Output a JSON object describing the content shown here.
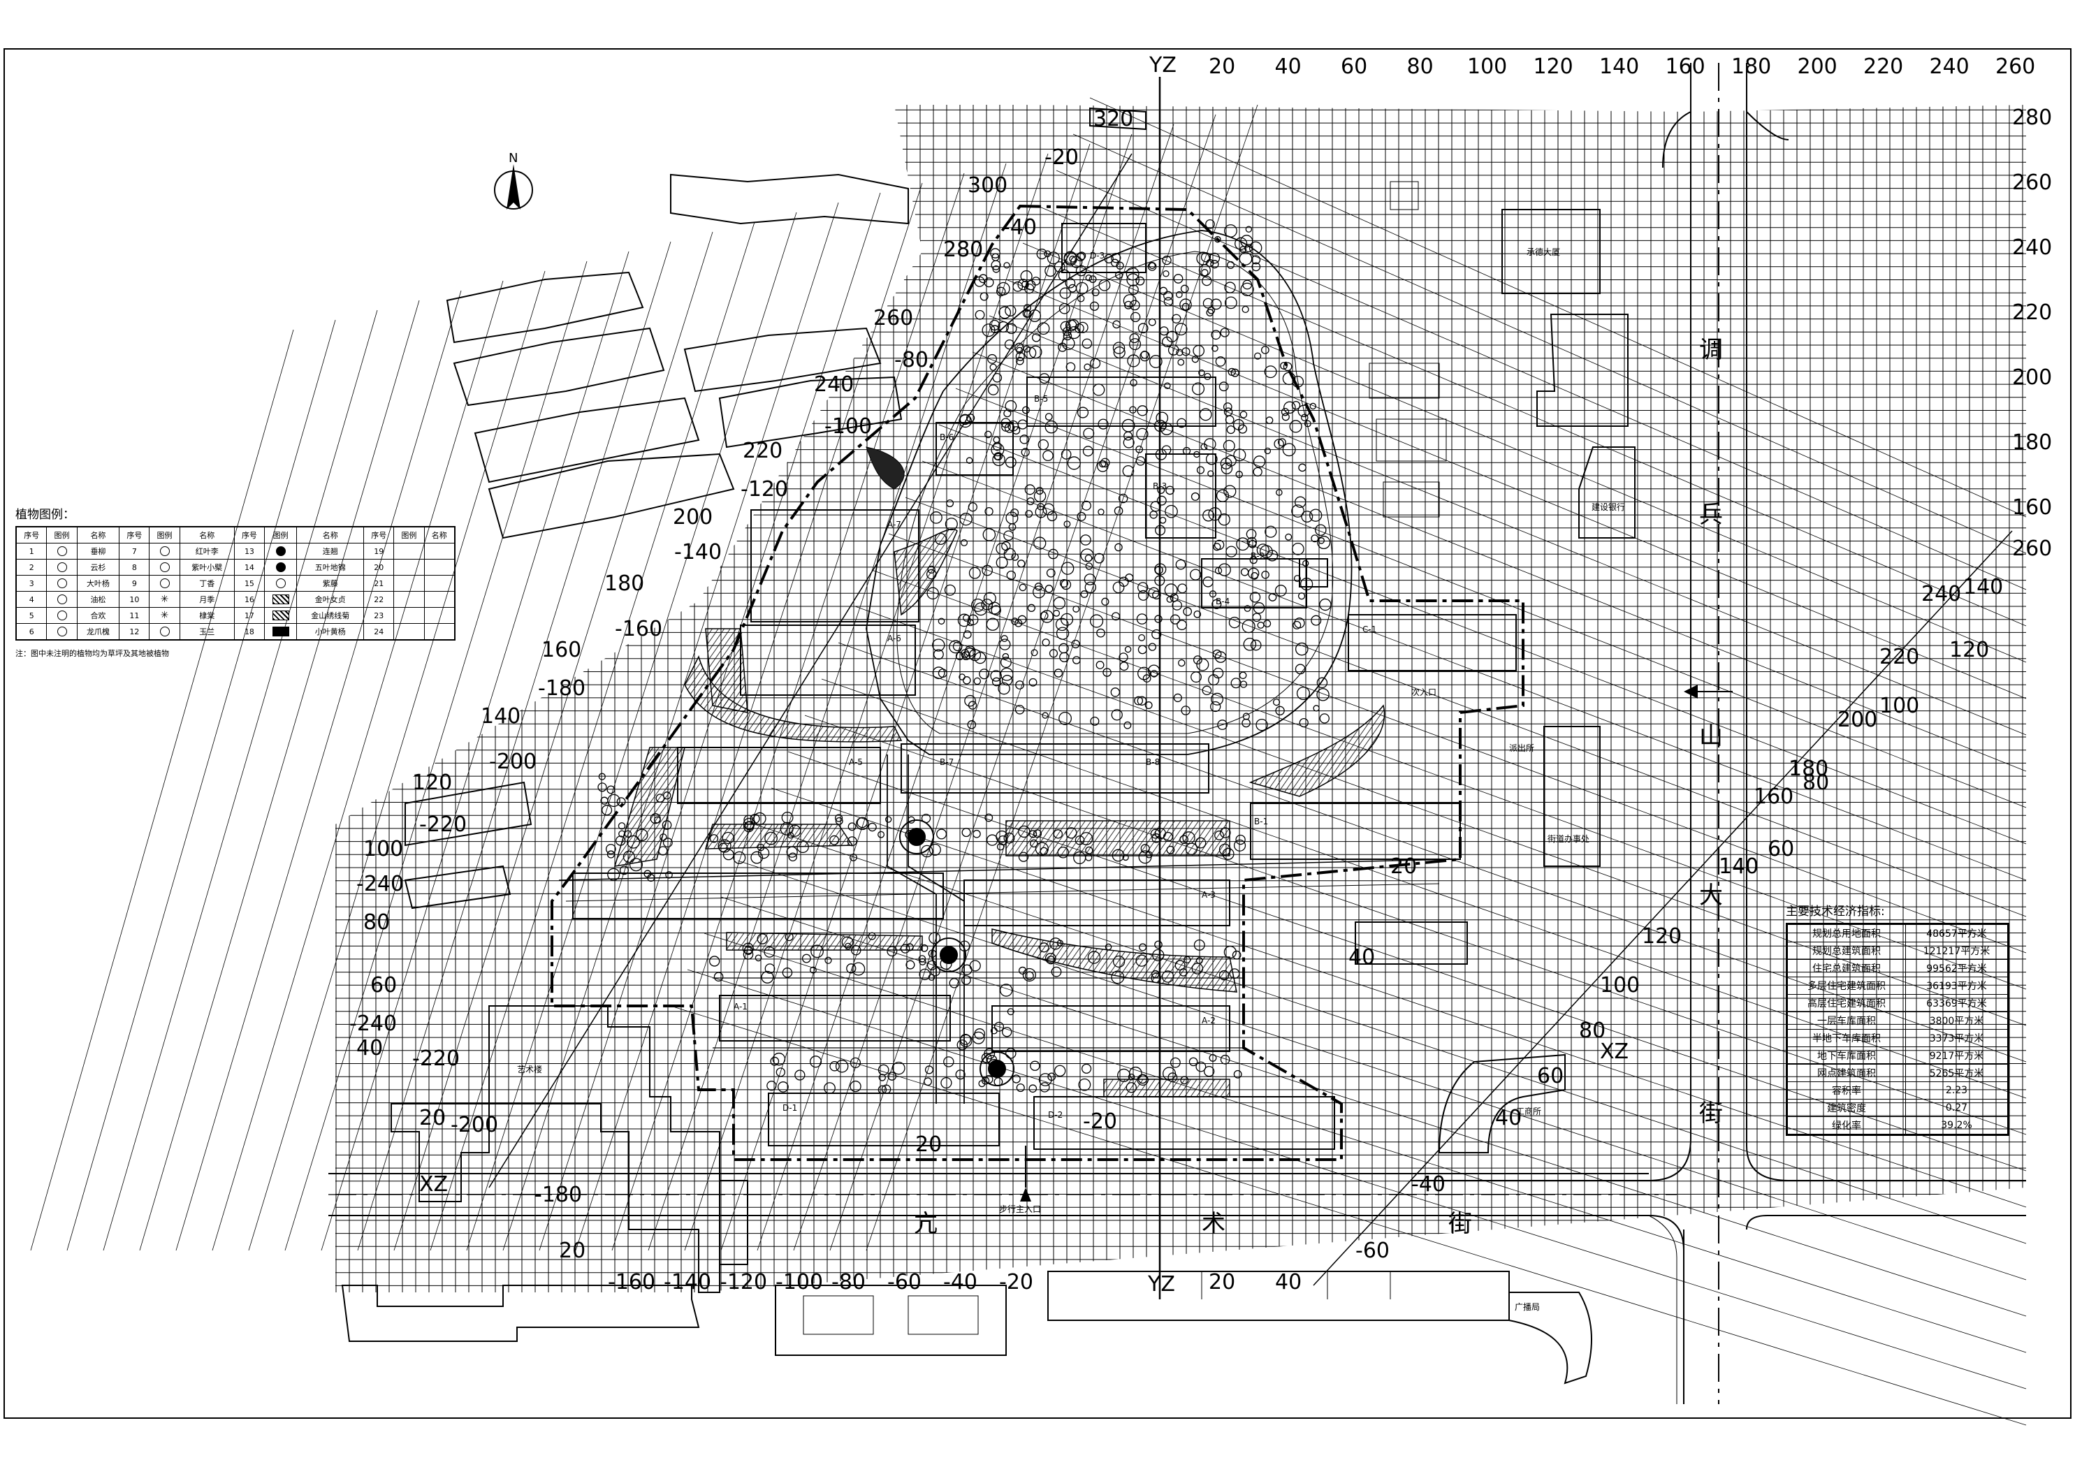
{
  "grid": {
    "yz_label": "YZ",
    "xz_label": "XZ",
    "top_axis": [
      "20",
      "40",
      "60",
      "80",
      "100",
      "120",
      "140",
      "160",
      "180",
      "200",
      "220",
      "240",
      "260"
    ],
    "right_axis": [
      "280",
      "260",
      "240",
      "220",
      "200",
      "180",
      "160"
    ],
    "rot_left_pos": [
      "320",
      "300",
      "280",
      "260",
      "240",
      "220",
      "200",
      "180",
      "160",
      "140",
      "120",
      "100",
      "80",
      "60",
      "40",
      "20"
    ],
    "rot_left_neg": [
      "-20",
      "-40",
      "-80",
      "-100",
      "-120",
      "-140",
      "-160",
      "-180",
      "-200",
      "-220",
      "-240"
    ],
    "rot_right_pos": [
      "260",
      "240",
      "220",
      "200",
      "180",
      "160",
      "140",
      "120",
      "100",
      "80",
      "60",
      "40",
      "20"
    ],
    "rot_right_neg": [
      "-20",
      "-40",
      "-60"
    ],
    "diag_right": [
      "140",
      "120",
      "100",
      "80",
      "60"
    ],
    "bottom_neg": [
      "-160",
      "-140",
      "-120",
      "-100",
      "-80",
      "-60",
      "-40",
      "-20"
    ],
    "bottom_pos": [
      "20",
      "40"
    ],
    "misc_neg": [
      "-240",
      "-220",
      "-200",
      "-180"
    ],
    "misc_pos": [
      "40",
      "20",
      "20"
    ]
  },
  "streets": {
    "diao_bing_shan": [
      "调",
      "兵",
      "山",
      "大",
      "街"
    ],
    "kang_shu": [
      "亢",
      "术",
      "街"
    ]
  },
  "places": {
    "north": "N",
    "hospital": "承德大厦",
    "bank": "建设银行",
    "office": "街道办事处",
    "police": "派出所",
    "tax": "工商所",
    "broadcast": "广播局",
    "entrance": "步行主入口",
    "art": "艺术楼",
    "west_entrance": "次入口"
  },
  "buildings": [
    "D-3",
    "B-5",
    "B-6",
    "A-7",
    "A-6",
    "A-5",
    "B-7",
    "B-8",
    "C-1",
    "B-1",
    "A-3",
    "A-2",
    "A-1",
    "D-1",
    "D-2",
    "B-2",
    "B-3",
    "B-4"
  ],
  "tech": {
    "title": "主要技术经济指标:",
    "rows": [
      [
        "规划总用地面积",
        "48657平方米"
      ],
      [
        "规划总建筑面积",
        "121217平方米"
      ],
      [
        "住宅总建筑面积",
        "99562平方米"
      ],
      [
        "多层住宅建筑面积",
        "36193平方米"
      ],
      [
        "高层住宅建筑面积",
        "63369平方米"
      ],
      [
        "一层车库面积",
        "3800平方米"
      ],
      [
        "半地下车库面积",
        "3373平方米"
      ],
      [
        "地下车库面积",
        "9217平方米"
      ],
      [
        "网点建筑面积",
        "5265平方米"
      ],
      [
        "容积率",
        "2.23"
      ],
      [
        "建筑密度",
        "0.27"
      ],
      [
        "绿化率",
        "39.2%"
      ]
    ]
  },
  "legend": {
    "title": "植物图例：",
    "headers": [
      "序号",
      "图例",
      "名称",
      "序号",
      "图例",
      "名称",
      "序号",
      "图例",
      "名称",
      "序号",
      "图例",
      "名称"
    ],
    "rows": [
      [
        "1",
        "",
        "垂柳",
        "7",
        "",
        "红叶李",
        "13",
        "",
        "连翘",
        "19",
        "",
        ""
      ],
      [
        "2",
        "",
        "云杉",
        "8",
        "",
        "紫叶小檗",
        "14",
        "",
        "五叶地锦",
        "20",
        "",
        ""
      ],
      [
        "3",
        "",
        "大叶杨",
        "9",
        "",
        "丁香",
        "15",
        "",
        "紫藤",
        "21",
        "",
        ""
      ],
      [
        "4",
        "",
        "油松",
        "10",
        "",
        "月季",
        "16",
        "",
        "金叶女贞",
        "22",
        "",
        ""
      ],
      [
        "5",
        "",
        "合欢",
        "11",
        "",
        "棣棠",
        "17",
        "",
        "金山绣线菊",
        "23",
        "",
        ""
      ],
      [
        "6",
        "",
        "龙爪槐",
        "12",
        "",
        "玉兰",
        "18",
        "",
        "小叶黄杨",
        "24",
        "",
        ""
      ]
    ],
    "note": "注：图中未注明的植物均为草坪及其地被植物"
  }
}
